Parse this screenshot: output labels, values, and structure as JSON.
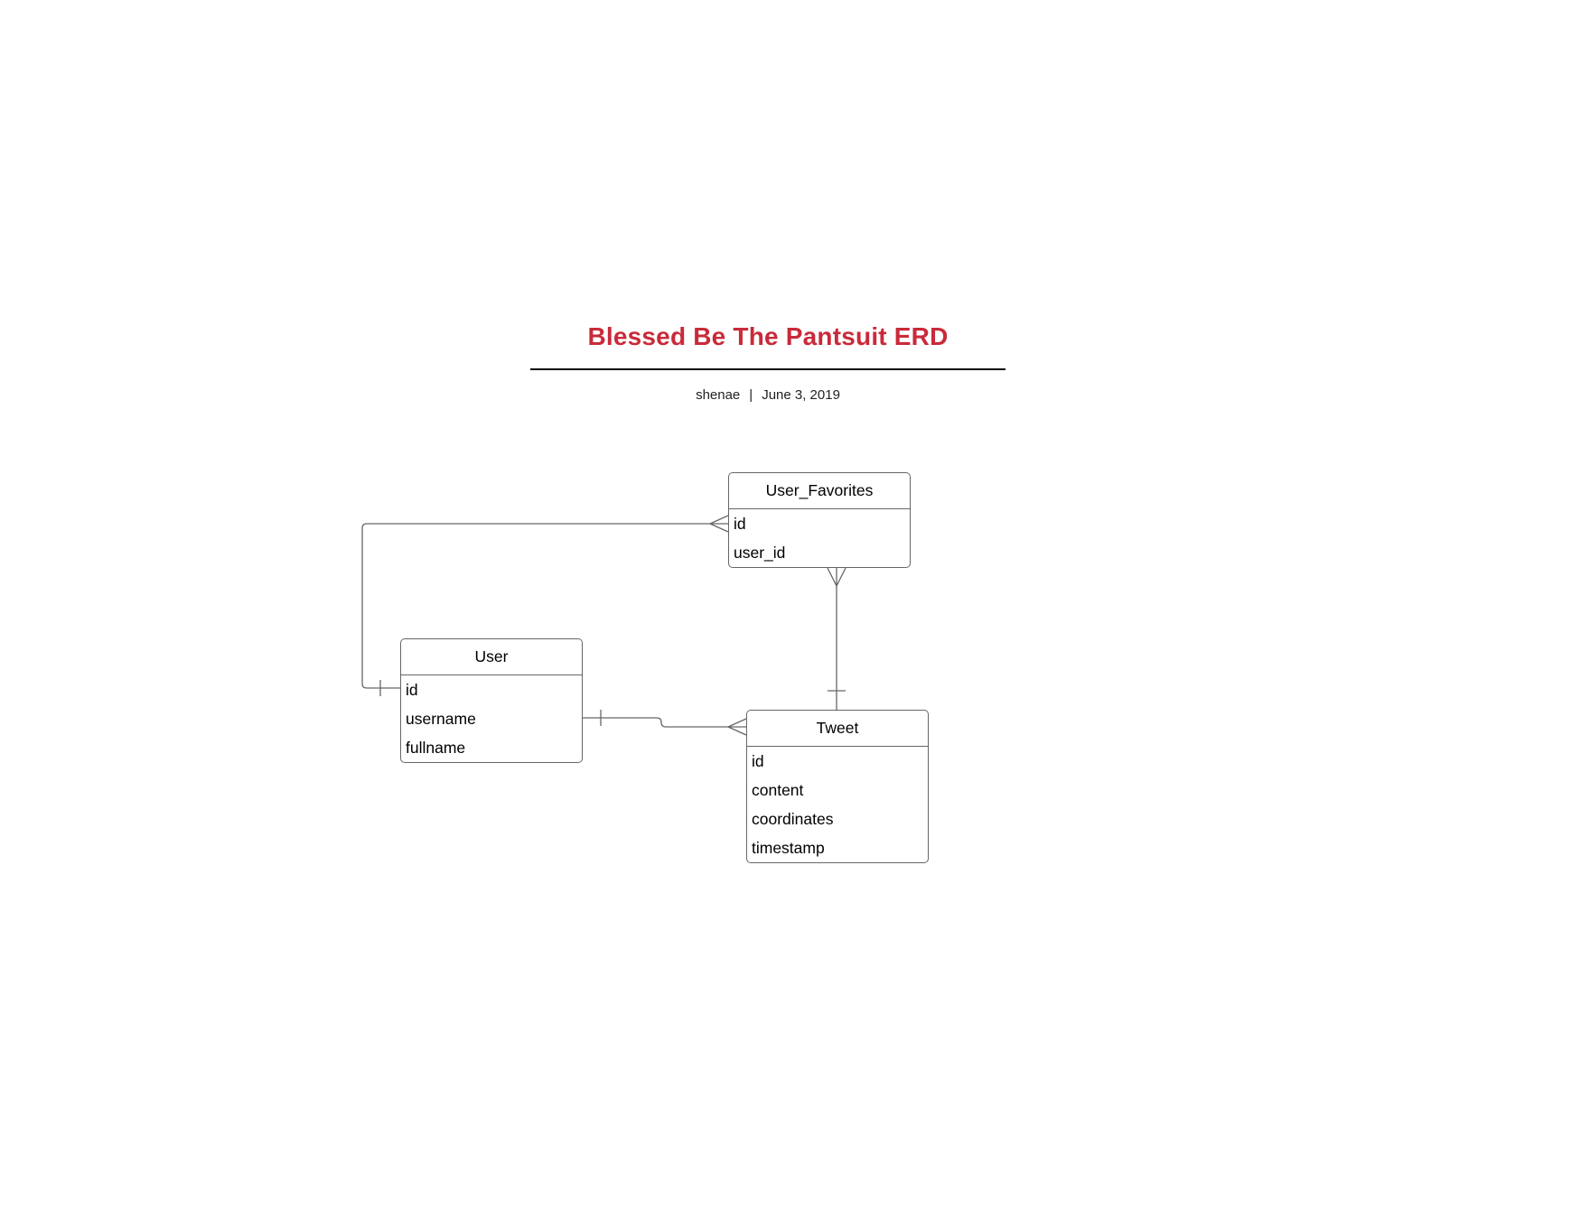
{
  "header": {
    "title": "Blessed Be The Pantsuit ERD",
    "author": "shenae",
    "separator": "|",
    "date": "June 3, 2019"
  },
  "entities": {
    "user_favorites": {
      "name": "User_Favorites",
      "fields": [
        "id",
        "user_id"
      ]
    },
    "user": {
      "name": "User",
      "fields": [
        "id",
        "username",
        "fullname"
      ]
    },
    "tweet": {
      "name": "Tweet",
      "fields": [
        "id",
        "content",
        "coordinates",
        "timestamp"
      ]
    }
  },
  "relationships": [
    {
      "from": "User.id",
      "to": "User_Favorites.id",
      "from_cardinality": "one",
      "to_cardinality": "many"
    },
    {
      "from": "User.username",
      "to": "Tweet",
      "from_cardinality": "one",
      "to_cardinality": "many"
    },
    {
      "from": "Tweet",
      "to": "User_Favorites",
      "from_cardinality": "one",
      "to_cardinality": "many"
    }
  ],
  "colors": {
    "title": "#c92a3a",
    "line": "#666666",
    "rule": "#000000"
  }
}
